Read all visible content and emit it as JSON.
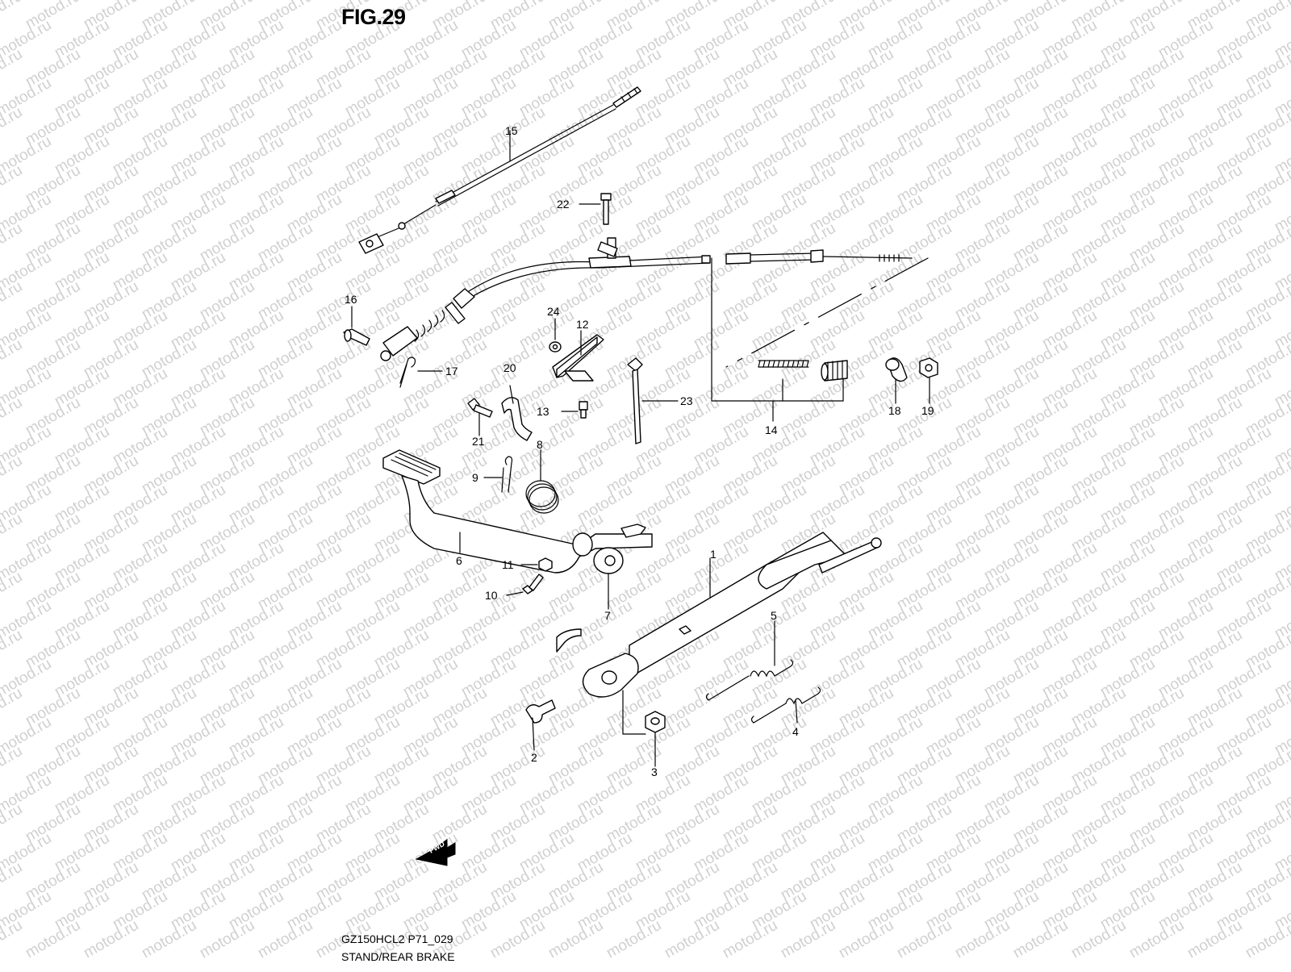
{
  "figure": {
    "title": "FIG.29",
    "model_code": "GZ150HCL2 P71_029",
    "section_name": "STAND/REAR BRAKE",
    "watermark_text": "motod.ru",
    "fwd_label": "FWD"
  },
  "callouts": [
    {
      "id": "1",
      "label": "1"
    },
    {
      "id": "2",
      "label": "2"
    },
    {
      "id": "3",
      "label": "3"
    },
    {
      "id": "4",
      "label": "4"
    },
    {
      "id": "5",
      "label": "5"
    },
    {
      "id": "6",
      "label": "6"
    },
    {
      "id": "7",
      "label": "7"
    },
    {
      "id": "8",
      "label": "8"
    },
    {
      "id": "9",
      "label": "9"
    },
    {
      "id": "10",
      "label": "10"
    },
    {
      "id": "11",
      "label": "11"
    },
    {
      "id": "12",
      "label": "12"
    },
    {
      "id": "13",
      "label": "13"
    },
    {
      "id": "14",
      "label": "14"
    },
    {
      "id": "15",
      "label": "15"
    },
    {
      "id": "16",
      "label": "16"
    },
    {
      "id": "17",
      "label": "17"
    },
    {
      "id": "18",
      "label": "18"
    },
    {
      "id": "19",
      "label": "19"
    },
    {
      "id": "20",
      "label": "20"
    },
    {
      "id": "21",
      "label": "21"
    },
    {
      "id": "22",
      "label": "22"
    },
    {
      "id": "23",
      "label": "23"
    },
    {
      "id": "24",
      "label": "24"
    }
  ]
}
